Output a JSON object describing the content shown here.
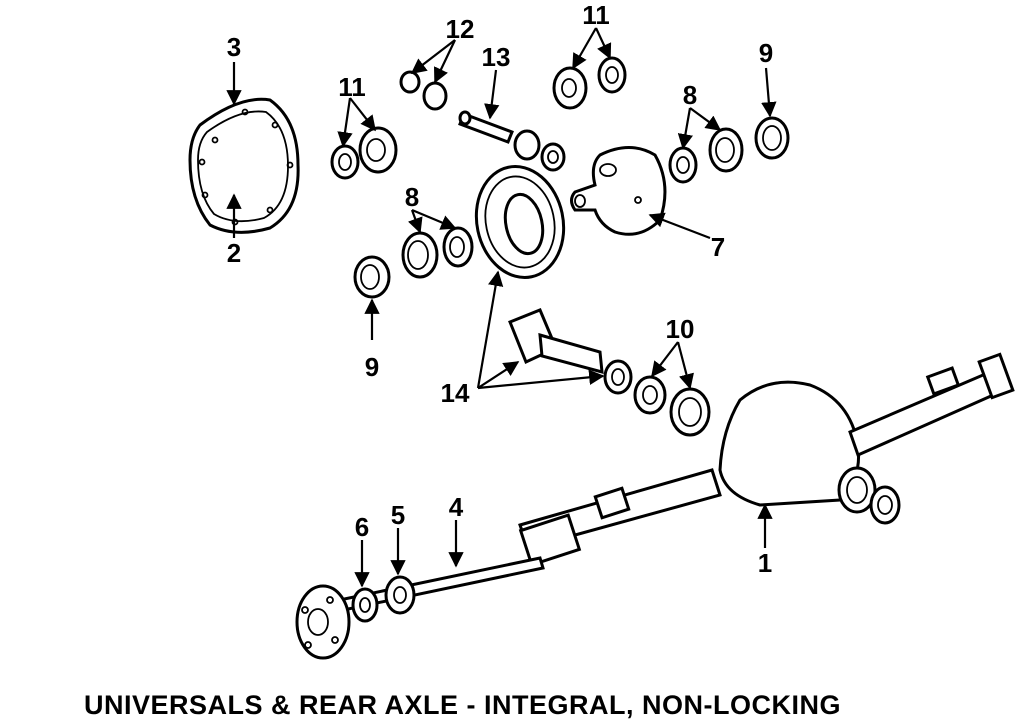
{
  "caption": "UNIVERSALS & REAR AXLE - INTEGRAL, NON-LOCKING",
  "callouts": {
    "c1": "1",
    "c2": "2",
    "c3": "3",
    "c4": "4",
    "c5": "5",
    "c6": "6",
    "c7": "7",
    "c8a": "8",
    "c8b": "8",
    "c9a": "9",
    "c9b": "9",
    "c10": "10",
    "c11a": "11",
    "c11b": "11",
    "c12": "12",
    "c13": "13",
    "c14": "14"
  }
}
